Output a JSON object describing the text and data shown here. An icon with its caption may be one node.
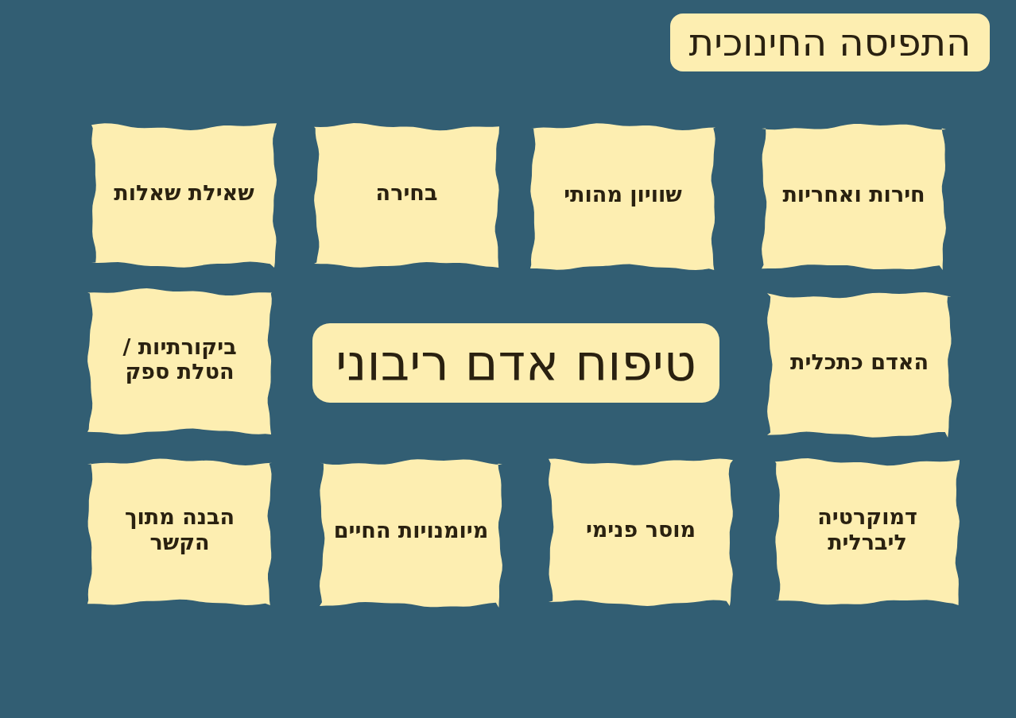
{
  "diagram": {
    "title": "התפיסה החינוכית",
    "nodes": [
      {
        "text": [
          "חירות ואחריות"
        ]
      },
      {
        "text": [
          "שוויון מהותי"
        ]
      },
      {
        "text": [
          "בחירה"
        ]
      },
      {
        "text": [
          "שאילת שאלות"
        ]
      },
      {
        "text": [
          "האדם כתכלית"
        ]
      },
      {
        "text": [
          "טיפוח אדם ריבוני"
        ]
      },
      {
        "text": [
          "ביקורתיות / הטלת ספק"
        ]
      },
      {
        "text": [
          "דמוקרטיה ליברלית"
        ]
      },
      {
        "text": [
          "מוסר פנימי"
        ]
      },
      {
        "text": [
          "מיומנויות החיים"
        ]
      },
      {
        "text": [
          "הבנה מתוך הקשר"
        ]
      }
    ]
  }
}
